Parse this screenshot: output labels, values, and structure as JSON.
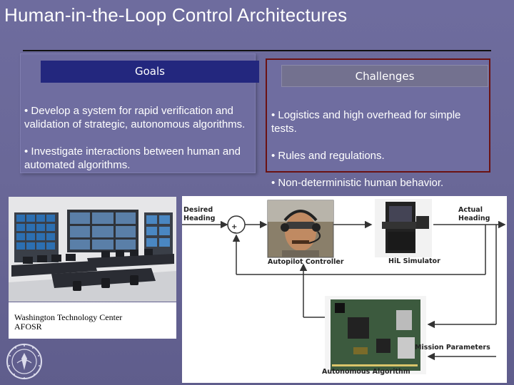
{
  "title": "Human-in-the-Loop Control Architectures",
  "goals": {
    "heading": "Goals",
    "bullets": [
      "• Develop a system for rapid verification and validation of strategic, autonomous algorithms.",
      "• Investigate interactions between human and automated algorithms."
    ]
  },
  "challenges": {
    "heading": "Challenges",
    "bullets": [
      "• Logistics and high overhead for simple tests.",
      "• Rules and regulations.",
      "• Non-deterministic human behavior."
    ]
  },
  "credit": {
    "line1": "Washington Technology Center",
    "line2": "AFOSR"
  },
  "diagram": {
    "desired_heading": "Desired\nHeading",
    "actual_heading": "Actual\nHeading",
    "autopilot_controller": "Autopilot Controller",
    "hil_simulator": "HiL Simulator",
    "mission_parameters": "Mission Parameters",
    "autonomous_algorithm": "Autonomous Algorithm",
    "plus": "+",
    "minus": "–"
  },
  "colors": {
    "background": "#6a6898",
    "goals_header": "#23277e",
    "challenges_border": "#6b1212"
  }
}
